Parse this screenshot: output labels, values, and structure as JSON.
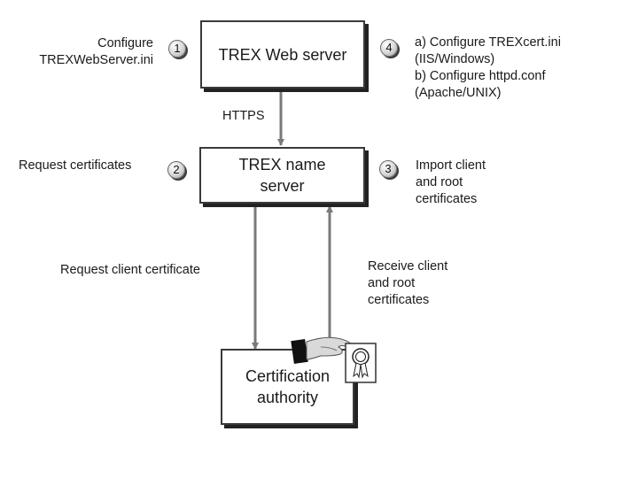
{
  "nodes": {
    "web_server": "TREX Web server",
    "name_server": [
      "TREX name",
      "server"
    ],
    "cert_authority": [
      "Certification",
      "authority"
    ]
  },
  "steps": {
    "s1": {
      "num": "1",
      "lines": [
        "Configure",
        "TREXWebServer.ini"
      ]
    },
    "s2": {
      "num": "2",
      "lines": [
        "Request certificates"
      ]
    },
    "s3": {
      "num": "3",
      "lines": [
        "Import client",
        "and root",
        "certificates"
      ]
    },
    "s4": {
      "num": "4",
      "lines": [
        "a) Configure TREXcert.ini",
        "(IIS/Windows)",
        "b) Configure httpd.conf",
        "(Apache/UNIX)"
      ]
    }
  },
  "edges": {
    "https": "HTTPS",
    "request_client": "Request client certificate",
    "receive_client": [
      "Receive client",
      "and root",
      "certificates"
    ]
  },
  "icons": {
    "handshake": "hand-holding-certificate-icon"
  }
}
